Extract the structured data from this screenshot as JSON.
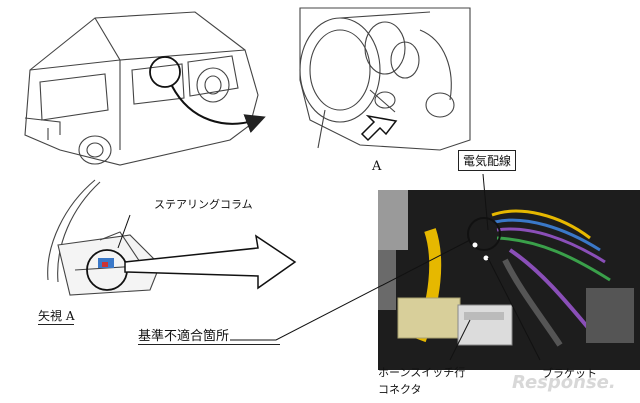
{
  "labels": {
    "view_letter": "A",
    "steering_column": "ステアリングコラム",
    "view_a": "矢視 A",
    "nonconforming_location": "基準不適合箇所",
    "electrical_wiring": "電気配線",
    "bracket": "ブラケット",
    "horn_switch_connector_line1": "ホーンスイッチ行",
    "horn_switch_connector_line2": "コネクタ"
  },
  "watermark": {
    "text": "Response."
  },
  "colors": {
    "line": "#2a2a2a",
    "photo_dark": "#1d1d1d",
    "wire_yellow": "#e6b800",
    "wire_blue": "#3a78c8",
    "wire_purple": "#8a4fb8",
    "wire_green": "#3aa04a",
    "connector_beige": "#d8cf9a"
  }
}
